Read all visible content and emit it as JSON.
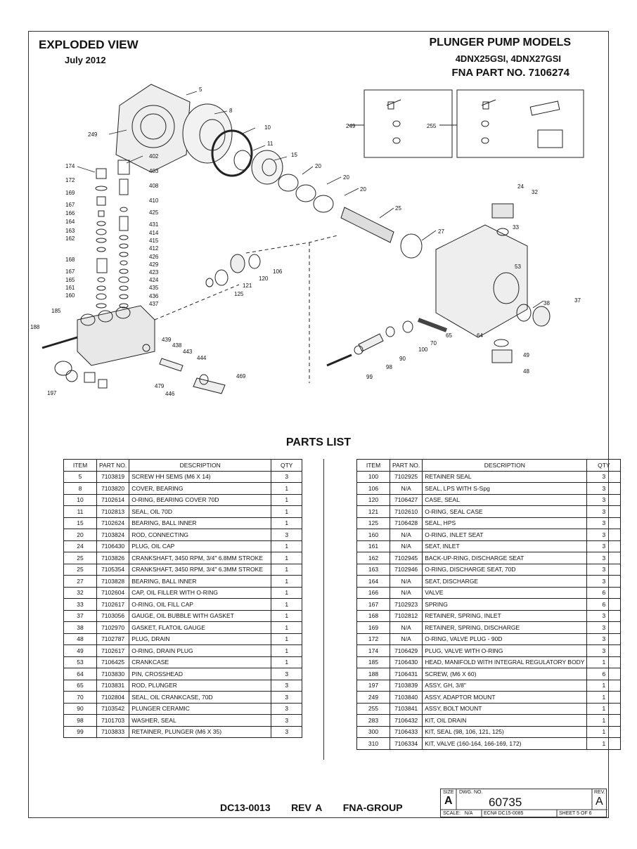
{
  "header": {
    "title": "EXPLODED VIEW",
    "date": "July 2012",
    "product_title": "PLUNGER PUMP MODELS",
    "models": "4DNX25GSI, 4DNX27GSI",
    "fna_part": "FNA PART NO. 7106274"
  },
  "diagram": {
    "callouts": [
      "5",
      "8",
      "10",
      "11",
      "15",
      "20",
      "20",
      "20",
      "25",
      "27",
      "24",
      "32",
      "33",
      "53",
      "38",
      "37",
      "49",
      "48",
      "64",
      "65",
      "70",
      "100",
      "90",
      "98",
      "99",
      "106",
      "120",
      "121",
      "125",
      "249",
      "174",
      "172",
      "169",
      "167",
      "166",
      "164",
      "163",
      "162",
      "168",
      "167",
      "165",
      "161",
      "160",
      "185",
      "188",
      "197",
      "402",
      "403",
      "408",
      "410",
      "425",
      "431",
      "414",
      "415",
      "412",
      "426",
      "429",
      "423",
      "424",
      "435",
      "436",
      "437",
      "439",
      "438",
      "443",
      "444",
      "469",
      "479",
      "446"
    ],
    "inset_labels": [
      "249",
      "255"
    ]
  },
  "parts_title": "PARTS LIST",
  "table_headers": [
    "ITEM",
    "PART NO.",
    "DESCRIPTION",
    "QTY"
  ],
  "parts_left": [
    [
      "5",
      "7103819",
      "SCREW HH SEMS (M6 X 14)",
      "3"
    ],
    [
      "8",
      "7103820",
      "COVER, BEARING",
      "1"
    ],
    [
      "10",
      "7102614",
      "O-RING, BEARING COVER 70D",
      "1"
    ],
    [
      "11",
      "7102813",
      "SEAL, OIL 70D",
      "1"
    ],
    [
      "15",
      "7102624",
      "BEARING, BALL INNER",
      "1"
    ],
    [
      "20",
      "7103824",
      "ROD, CONNECTING",
      "3"
    ],
    [
      "24",
      "7106430",
      "PLUG, OIL CAP",
      "1"
    ],
    [
      "25",
      "7103826",
      "CRANKSHAFT, 3450 RPM, 3/4\" 6.8MM STROKE",
      "1"
    ],
    [
      "25",
      "7105354",
      "CRANKSHAFT, 3450 RPM, 3/4\" 6.3MM STROKE",
      "1"
    ],
    [
      "27",
      "7103828",
      "BEARING, BALL INNER",
      "1"
    ],
    [
      "32",
      "7102604",
      "CAP, OIL FILLER WITH O-RING",
      "1"
    ],
    [
      "33",
      "7102617",
      "O-RING, OIL FILL CAP",
      "1"
    ],
    [
      "37",
      "7103056",
      "GAUGE, OIL BUBBLE WITH GASKET",
      "1"
    ],
    [
      "38",
      "7102970",
      "GASKET, FLATOIL GAUGE",
      "1"
    ],
    [
      "48",
      "7102787",
      "PLUG, DRAIN",
      "1"
    ],
    [
      "49",
      "7102617",
      "O-RING, DRAIN PLUG",
      "1"
    ],
    [
      "53",
      "7106425",
      "CRANKCASE",
      "1"
    ],
    [
      "64",
      "7103830",
      "PIN, CROSSHEAD",
      "3"
    ],
    [
      "65",
      "7103831",
      "ROD, PLUNGER",
      "3"
    ],
    [
      "70",
      "7102804",
      "SEAL, OIL CRANKCASE, 70D",
      "3"
    ],
    [
      "90",
      "7103542",
      "PLUNGER CERAMIC",
      "3"
    ],
    [
      "98",
      "7101703",
      "WASHER, SEAL",
      "3"
    ],
    [
      "99",
      "7103833",
      "RETAINER, PLUNGER (M6 X 35)",
      "3"
    ]
  ],
  "parts_right": [
    [
      "100",
      "7102925",
      "RETAINER SEAL",
      "3"
    ],
    [
      "106",
      "N/A",
      "SEAL, LPS WITH S-Spg",
      "3"
    ],
    [
      "120",
      "7106427",
      "CASE, SEAL",
      "3"
    ],
    [
      "121",
      "7102610",
      "O-RING, SEAL CASE",
      "3"
    ],
    [
      "125",
      "7106428",
      "SEAL, HPS",
      "3"
    ],
    [
      "160",
      "N/A",
      "O-RING, INLET SEAT",
      "3"
    ],
    [
      "161",
      "N/A",
      "SEAT, INLET",
      "3"
    ],
    [
      "162",
      "7102945",
      "BACK-UP-RING, DISCHARGE SEAT",
      "3"
    ],
    [
      "163",
      "7102946",
      "O-RING, DISCHARGE SEAT, 70D",
      "3"
    ],
    [
      "164",
      "N/A",
      "SEAT, DISCHARGE",
      "3"
    ],
    [
      "166",
      "N/A",
      "VALVE",
      "6"
    ],
    [
      "167",
      "7102923",
      "SPRING",
      "6"
    ],
    [
      "168",
      "7102812",
      "RETAINER, SPRING, INLET",
      "3"
    ],
    [
      "169",
      "N/A",
      "RETAINER, SPRING, DISCHARGE",
      "3"
    ],
    [
      "172",
      "N/A",
      "O-RING, VALVE PLUG - 90D",
      "3"
    ],
    [
      "174",
      "7106429",
      "PLUG, VALVE WITH O-RING",
      "3"
    ],
    [
      "185",
      "7106430",
      "HEAD, MANIFOLD WITH INTEGRAL REGULATORY BODY",
      "1"
    ],
    [
      "188",
      "7106431",
      "SCREW, (M6 X 60)",
      "6"
    ],
    [
      "197",
      "7103839",
      "ASSY, GH, 3/8\"",
      "1"
    ],
    [
      "249",
      "7103840",
      "ASSY, ADAPTOR MOUNT",
      "1"
    ],
    [
      "255",
      "7103841",
      "ASSY, BOLT MOUNT",
      "1"
    ],
    [
      "283",
      "7106432",
      "KIT, OIL DRAIN",
      "1"
    ],
    [
      "300",
      "7106433",
      "KIT, SEAL (98, 106, 121, 125)",
      "1"
    ],
    [
      "310",
      "7106334",
      "KIT, VALVE (160-164, 166-169, 172)",
      "1"
    ]
  ],
  "footer": {
    "doc": "DC13-0013",
    "rev": "REV A",
    "group": "FNA-GROUP"
  },
  "title_block": {
    "size_label": "SIZE",
    "size": "A",
    "dwg_label": "DWG. NO.",
    "dwg_no": "60735",
    "rev_label": "REV.",
    "rev": "A",
    "scale": "SCALE:   N/A",
    "ecn": "ECN# DC15-0085",
    "sheet": "SHEET 5 OF 6"
  }
}
